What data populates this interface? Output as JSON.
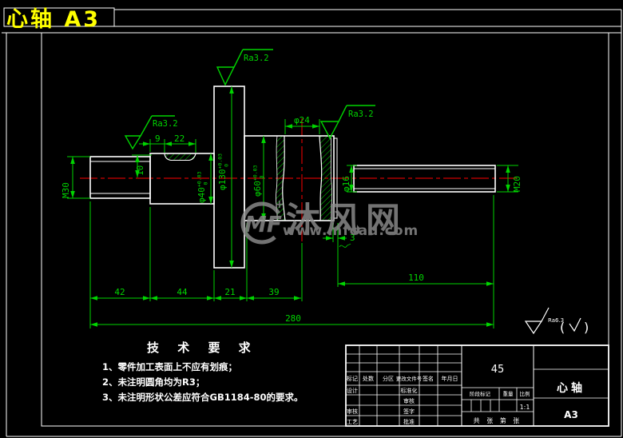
{
  "window": {
    "tab_title": "心轴  A3"
  },
  "colors": {
    "line_green": "#00d400",
    "centerline_red": "#ff0000",
    "outline_white": "#ffffff",
    "title_yellow": "#ffff00",
    "watermark_gray": "#8d8d8d"
  },
  "dims": {
    "m30": "M30",
    "n10": "10",
    "n9": "9",
    "n22": "22",
    "ra": "Ra3.2",
    "d40": "φ40",
    "d130": "φ130",
    "d60": "φ60",
    "tol_up": "+0.03",
    "tol_dn": "0",
    "d24": "φ24",
    "d16": "φ16",
    "m20": "M20",
    "n3": "3",
    "n42": "42",
    "n44": "44",
    "n21": "21",
    "n39": "39",
    "n110": "110",
    "n280": "280"
  },
  "tech_req": {
    "title": "技 术 要 求",
    "items": [
      "1、零件加工表面上不应有划痕；",
      "2、未注明圆角均为R3；",
      "3、未注明形状公差应符合GB1184-80的要求。"
    ]
  },
  "surface_note": {
    "ra_value": "Ra6.3",
    "paren_open": "(",
    "paren_close": ")"
  },
  "watermark": {
    "logo": "MF",
    "plus": "+",
    "name": "沐风网",
    "url": "www.mfcad.com"
  },
  "title_block": {
    "material": "45",
    "part_name": "心轴",
    "sheet": "A3",
    "header": [
      "标记",
      "处数",
      "分区",
      "更改文件号",
      "签名",
      "年月日"
    ],
    "rows_left": [
      "设计",
      "",
      "审核",
      "工艺"
    ],
    "rows_mid": [
      "标准化",
      "审核",
      "签字",
      "批准"
    ],
    "stage_label": "阶段标记",
    "weight_label": "重量",
    "scale_label": "比例",
    "scale_value": "1:1",
    "sheets_label": "共  张 第  张"
  }
}
